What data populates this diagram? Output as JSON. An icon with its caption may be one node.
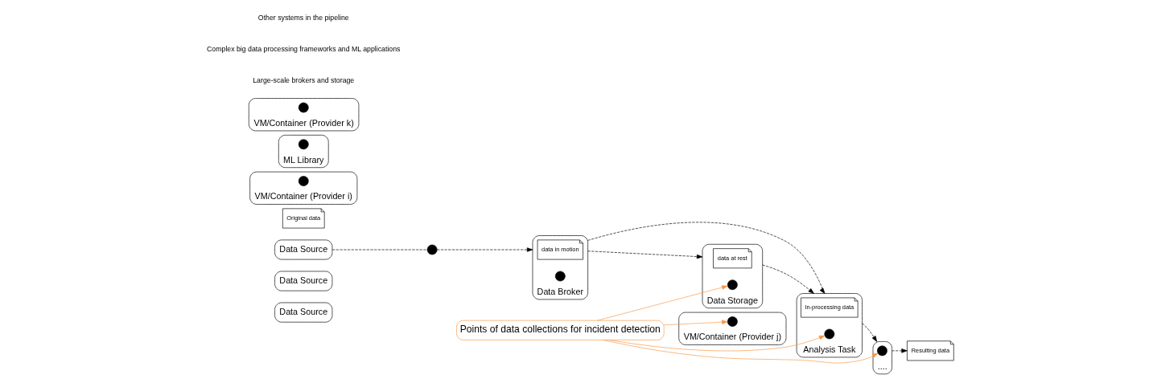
{
  "diagram": {
    "nodes": [
      {
        "text": [
          "Data Source"
        ]
      },
      {
        "text": [
          "Data Source"
        ]
      },
      {
        "text": [
          "Data Source"
        ]
      },
      {
        "text": [
          "Original data"
        ]
      },
      {
        "text": [],
        "shape": "circle"
      },
      {
        "text": [
          "Data Broker"
        ]
      },
      {
        "text": [
          "data in motion"
        ],
        "in": 5
      },
      {
        "text": [],
        "shape": "circle",
        "in": 5
      },
      {
        "text": [
          "VM/Container (Provider i)"
        ]
      },
      {
        "text": [],
        "shape": "circle",
        "in": 8
      },
      {
        "text": [
          "Data Storage"
        ]
      },
      {
        "text": [
          "data at rest"
        ],
        "in": 10
      },
      {
        "text": [],
        "shape": "circle",
        "in": 10
      },
      {
        "text": [
          "VM/Container (Provider j)"
        ]
      },
      {
        "text": [],
        "shape": "circle",
        "in": 13
      },
      {
        "text": [
          "Points of data collections for incident detection"
        ]
      },
      {
        "text": [
          "Analysis Task"
        ]
      },
      {
        "text": [
          "In-processing data"
        ],
        "in": 16
      },
      {
        "text": [],
        "shape": "circle",
        "in": 16
      },
      {
        "text": [
          "ML Library"
        ]
      },
      {
        "text": [],
        "shape": "circle",
        "in": 19
      },
      {
        "text": [
          "VM/Container (Provider k)"
        ]
      },
      {
        "text": [],
        "shape": "circle",
        "in": 21
      },
      {
        "text": [
          "...."
        ]
      },
      {
        "text": [],
        "shape": "circle",
        "in": 23
      },
      {
        "text": [
          "Resulting data"
        ]
      }
    ],
    "edges": [
      {
        "from": 2,
        "to": 4,
        "arrow": "none",
        "style": "dashed"
      },
      {
        "from": 4,
        "to": 5,
        "arrow": "to",
        "style": "dashed"
      },
      {
        "from": 5,
        "to": 10,
        "arrow": "to",
        "style": "dashed"
      },
      {
        "from": 10,
        "to": 16,
        "arrow": "to",
        "style": "dashed"
      },
      {
        "from": 5,
        "to": 16,
        "arrow": "to",
        "style": "dashed"
      },
      {
        "from": 16,
        "to": 23,
        "arrow": "to",
        "style": "dashed"
      },
      {
        "from": 23,
        "to": 25,
        "arrow": "to",
        "style": "dashed"
      },
      {
        "from": 15,
        "to": 12,
        "arrow": "to",
        "color": "#f79646"
      },
      {
        "from": 15,
        "to": 14,
        "arrow": "to",
        "color": "#f79646"
      },
      {
        "from": 15,
        "to": 18,
        "arrow": "to",
        "color": "#f79646"
      },
      {
        "from": 15,
        "to": 24,
        "arrow": "to",
        "color": "#f79646"
      }
    ],
    "labels": [
      "Large-scale brokers and storage",
      "Complex big data processing frameworks and ML applications",
      "Other systems in the pipeline"
    ]
  }
}
